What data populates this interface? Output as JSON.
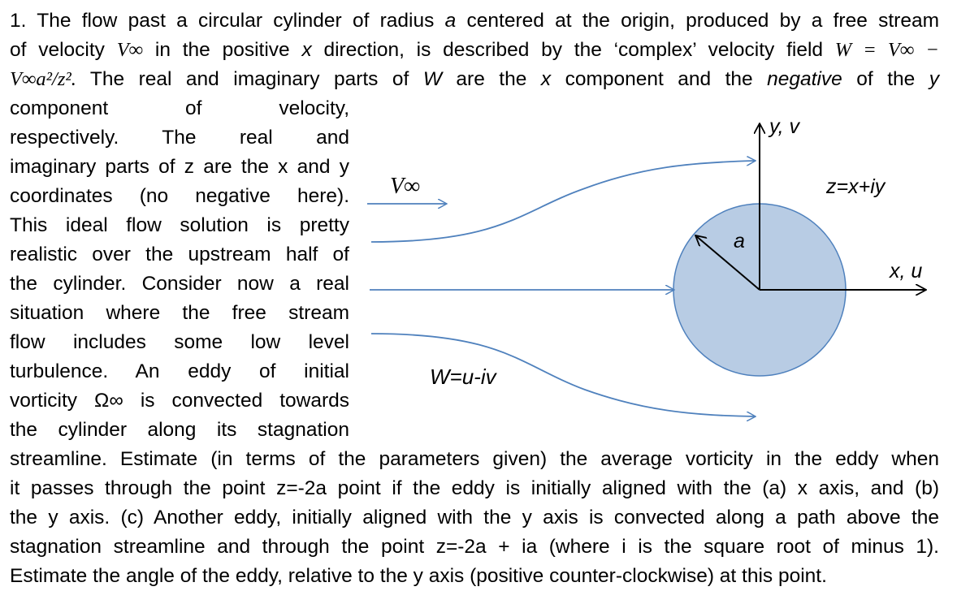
{
  "problem": {
    "number": "1.",
    "line1_a": "The flow past a circular cylinder of radius ",
    "line1_a_var": "a",
    "line1_b": " centered at the origin, produced by a free stream",
    "line2_a": "of velocity ",
    "line2_vinf": "V∞",
    "line2_b": " in the positive ",
    "line2_x": "x",
    "line2_c": " direction, is described by the ‘complex’ velocity field ",
    "line2_eq": "W = V∞ −",
    "line3_eq": "V∞a²/z².",
    "line3_a": " The real and imaginary parts of ",
    "line3_W": "W",
    "line3_b": " are the ",
    "line3_x": "x",
    "line3_c": " component and the ",
    "line3_neg": "negative",
    "line3_d": " of the ",
    "line3_y": "y",
    "narrow_lines": [
      "component of velocity,",
      "respectively. The real and",
      "imaginary parts of z are the x and y",
      "coordinates (no negative here).",
      "This ideal flow solution is pretty",
      "realistic over the upstream half of",
      "the cylinder. Consider now a real",
      "situation where the free stream",
      "flow includes some low level",
      "turbulence. An eddy of initial",
      "vorticity Ω∞ is convected towards",
      "the cylinder along its stagnation"
    ],
    "wide_lines": [
      "streamline. Estimate (in terms of the parameters given) the average vorticity in the eddy when",
      "it passes through the point z=-2a point if the eddy is initially aligned with the (a) x axis, and (b)",
      "the y axis. (c) Another eddy, initially aligned with the y axis is convected along a path above the",
      "stagnation streamline and through the point z=-2a + ia (where i is the square root of minus 1).",
      "Estimate the angle of the eddy, relative to the y axis (positive counter-clockwise) at this point."
    ]
  },
  "diagram": {
    "label_vinf": "V∞",
    "label_w": "W=u-iv",
    "label_y": "y, v",
    "label_x": "x, u",
    "label_z": "z=x+iy",
    "label_a": "a",
    "cylinder_fill": "#b8cce4",
    "arrow_color": "#4f81bd"
  }
}
